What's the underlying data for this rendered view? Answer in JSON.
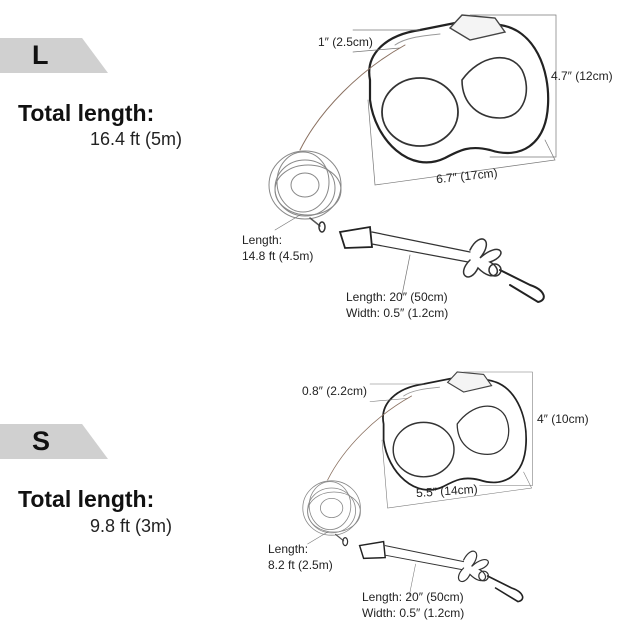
{
  "sizes": [
    {
      "badge": "L",
      "total_label": "Total length:",
      "total_value": "16.4 ft (5m)",
      "button_width": "1″  (2.5cm)",
      "height": "4.7″  (12cm)",
      "length": "6.7″  (17cm)",
      "cord_label": "Length:",
      "cord_value": "14.8 ft (4.5m)",
      "strap_length": "Length: 20″  (50cm)",
      "strap_width": "Width: 0.5″  (1.2cm)"
    },
    {
      "badge": "S",
      "total_label": "Total length:",
      "total_value": "9.8 ft (3m)",
      "button_width": "0.8″  (2.2cm)",
      "height": "4″  (10cm)",
      "length": "5.5″  (14cm)",
      "cord_label": "Length:",
      "cord_value": "8.2 ft (2.5m)",
      "strap_length": "Length: 20″  (50cm)",
      "strap_width": "Width: 0.5″  (1.2cm)"
    }
  ]
}
